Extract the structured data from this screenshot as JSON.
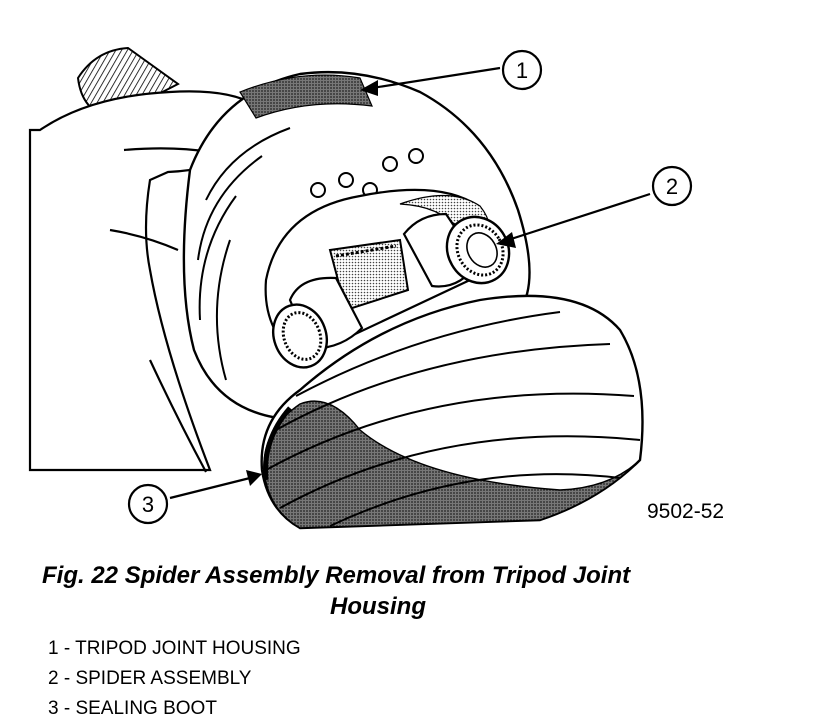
{
  "figure": {
    "callouts": [
      {
        "number": "1"
      },
      {
        "number": "2"
      },
      {
        "number": "3"
      }
    ],
    "figure_id": "9502-52"
  },
  "caption": {
    "line1": "Fig. 22 Spider Assembly Removal from Tripod Joint",
    "line2": "Housing"
  },
  "legend": [
    {
      "text": "1 - TRIPOD JOINT HOUSING"
    },
    {
      "text": "2 - SPIDER ASSEMBLY"
    },
    {
      "text": "3 - SEALING BOOT"
    }
  ]
}
